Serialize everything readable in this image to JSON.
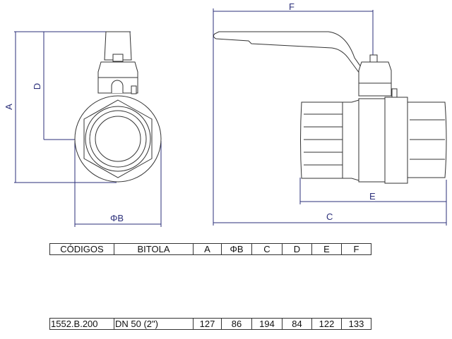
{
  "dimensions": {
    "A": "A",
    "D": "D",
    "B": "ΦB",
    "F": "F",
    "E": "E",
    "C": "C"
  },
  "table": {
    "headers": [
      "CÓDIGOS",
      "BITOLA",
      "A",
      "ΦB",
      "C",
      "D",
      "E",
      "F"
    ],
    "rows": [
      [
        "1552.B.200",
        "DN 50 (2\")",
        "127",
        "86",
        "194",
        "84",
        "122",
        "133"
      ]
    ]
  },
  "colors": {
    "dimension": "#2b2f7a",
    "outline": "#333333"
  }
}
